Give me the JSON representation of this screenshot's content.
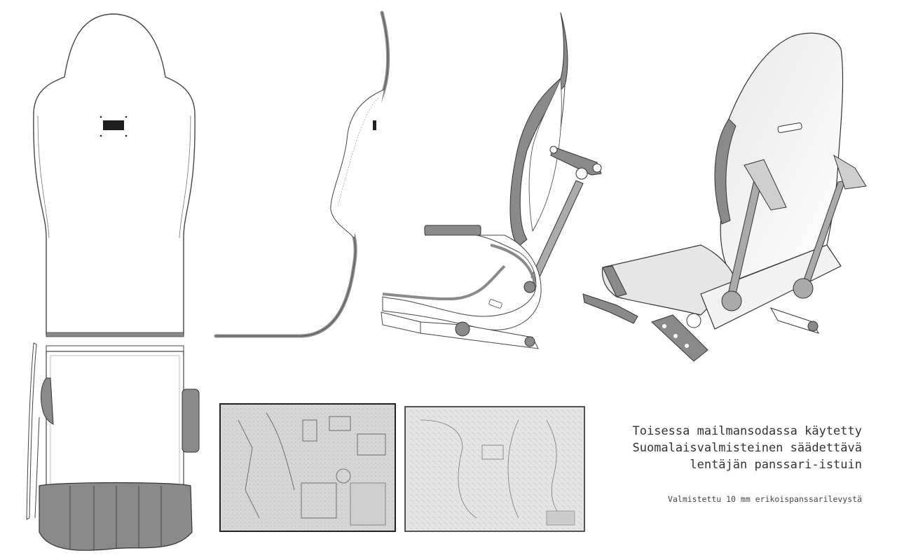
{
  "caption": {
    "lines": [
      "Toisessa mailmansodassa käytetty",
      "Suomalaisvalmisteinen säädettävä",
      "lentäjän panssari-istuin"
    ],
    "subtitle": "Valmistettu 10 mm erikoispanssarilevystä"
  },
  "colors": {
    "line": "#444444",
    "accent_gray": "#8a8a8a",
    "dark": "#222222",
    "paper_scan": "#d9d9d9"
  }
}
